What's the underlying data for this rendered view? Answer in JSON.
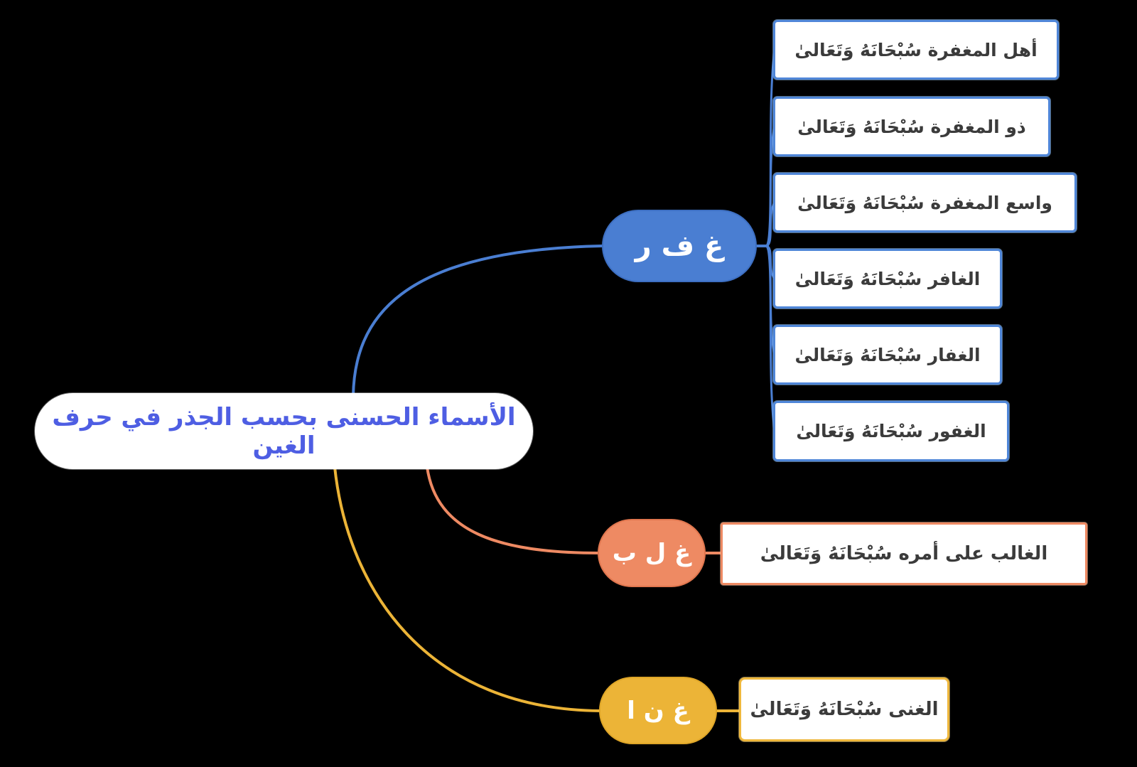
{
  "diagram": {
    "title": "الأسماء الحسنى بحسب الجذر في حرف الغين",
    "background_color": "#000000",
    "root": {
      "label": "الأسماء الحسنى بحسب الجذر في حرف الغين",
      "fill": "#FFFFFF",
      "text_color": "#4E5EE3"
    },
    "branches": [
      {
        "id": "gh-f-r",
        "label": "غ ف ر",
        "color": "#4A7ED2",
        "children": [
          "أهل المغفرة سُبْحَانَهُ وَتَعَالىٰ",
          "ذو المغفرة سُبْحَانَهُ وَتَعَالىٰ",
          "واسع المغفرة سُبْحَانَهُ وَتَعَالىٰ",
          "الغافر سُبْحَانَهُ وَتَعَالىٰ",
          "الغفار سُبْحَانَهُ وَتَعَالىٰ",
          "الغفور سُبْحَانَهُ وَتَعَالىٰ"
        ]
      },
      {
        "id": "gh-l-b",
        "label": "غ ل ب",
        "color": "#EE8A63",
        "children": [
          "الغالب على أمره سُبْحَانَهُ وَتَعَالىٰ"
        ]
      },
      {
        "id": "gh-n-a",
        "label": "غ ن ا",
        "color": "#ECB437",
        "children": [
          "الغنى سُبْحَانَهُ وَتَعَالىٰ"
        ]
      }
    ],
    "leaf_text_color": "#3B3B3B"
  }
}
